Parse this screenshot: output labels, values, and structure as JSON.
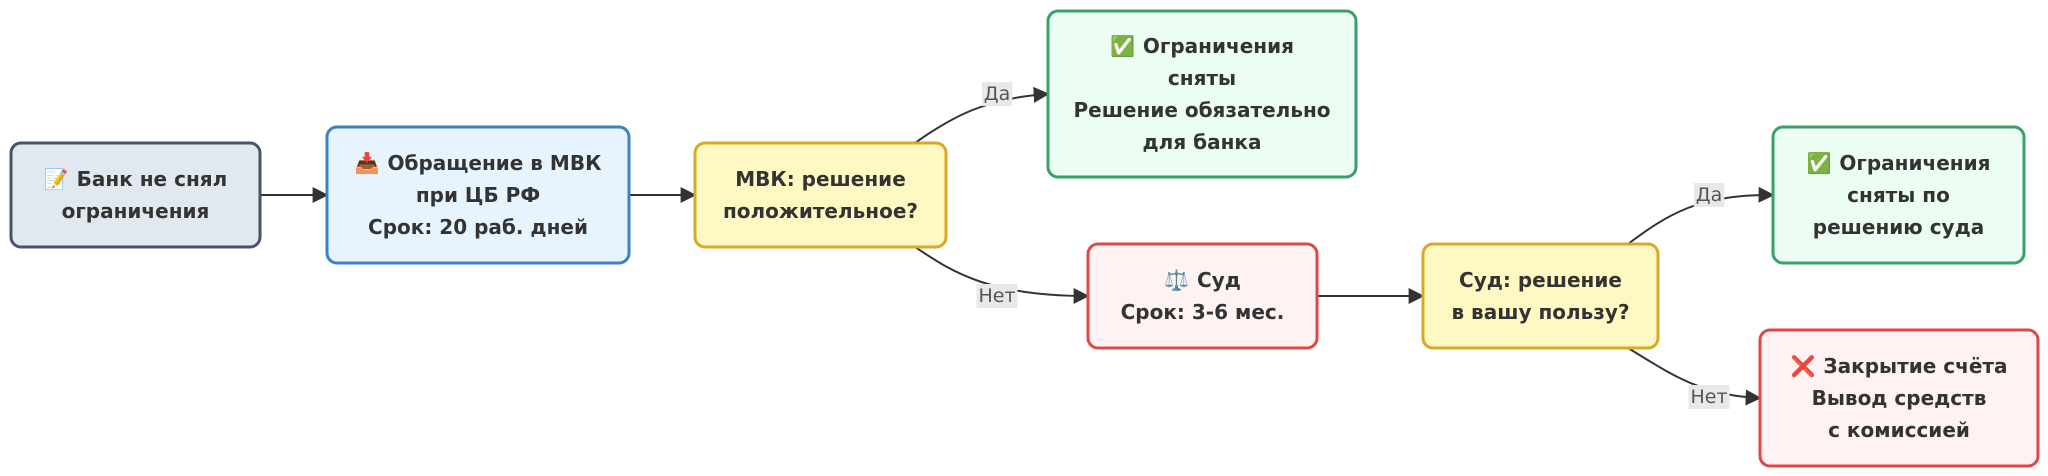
{
  "nodes": [
    {
      "id": "start",
      "icon_name": "memo-icon",
      "icon": "📝",
      "lines": [
        "Банк не снял",
        "ограничения"
      ],
      "fill": "#e2e8f0",
      "stroke": "#475569"
    },
    {
      "id": "mvk",
      "icon_name": "inbox-icon",
      "icon": "📥",
      "lines": [
        "Обращение в МВК",
        "при ЦБ РФ",
        "Срок: 20 раб. дней"
      ],
      "fill": "#e8f4fd",
      "stroke": "#3b82c4"
    },
    {
      "id": "mvk-decision",
      "icon_name": "",
      "icon": "",
      "lines": [
        "МВК: решение",
        "положительное?"
      ],
      "fill": "#fef9c3",
      "stroke": "#d9a826"
    },
    {
      "id": "lifted",
      "icon_name": "check-icon",
      "icon": "✅",
      "lines": [
        "Ограничения",
        "сняты",
        "Решение обязательно",
        "для банка"
      ],
      "fill": "#ecfdf3",
      "stroke": "#3aa06a"
    },
    {
      "id": "court",
      "icon_name": "scales-icon",
      "icon": "⚖️",
      "lines": [
        "Суд",
        "Срок: 3-6 мес."
      ],
      "fill": "#fef2f2",
      "stroke": "#e04848"
    },
    {
      "id": "court-decision",
      "icon_name": "",
      "icon": "",
      "lines": [
        "Суд: решение",
        "в вашу пользу?"
      ],
      "fill": "#fef9c3",
      "stroke": "#d9a826"
    },
    {
      "id": "lifted-court",
      "icon_name": "check-icon",
      "icon": "✅",
      "lines": [
        "Ограничения",
        "сняты по",
        "решению суда"
      ],
      "fill": "#ecfdf3",
      "stroke": "#3aa06a"
    },
    {
      "id": "close",
      "icon_name": "cross-icon",
      "icon": "❌",
      "lines": [
        "Закрытие счёта",
        "Вывод средств",
        "с комиссией"
      ],
      "fill": "#fef2f2",
      "stroke": "#e04848"
    }
  ],
  "edges": [
    {
      "from": "start",
      "to": "mvk",
      "label": ""
    },
    {
      "from": "mvk",
      "to": "mvk-decision",
      "label": ""
    },
    {
      "from": "mvk-decision",
      "to": "lifted",
      "label": "Да"
    },
    {
      "from": "mvk-decision",
      "to": "court",
      "label": "Нет"
    },
    {
      "from": "court",
      "to": "court-decision",
      "label": ""
    },
    {
      "from": "court-decision",
      "to": "lifted-court",
      "label": "Да"
    },
    {
      "from": "court-decision",
      "to": "close",
      "label": "Нет"
    }
  ],
  "colors": {
    "edge": "#333333",
    "label_bg": "#e8e8e8"
  }
}
